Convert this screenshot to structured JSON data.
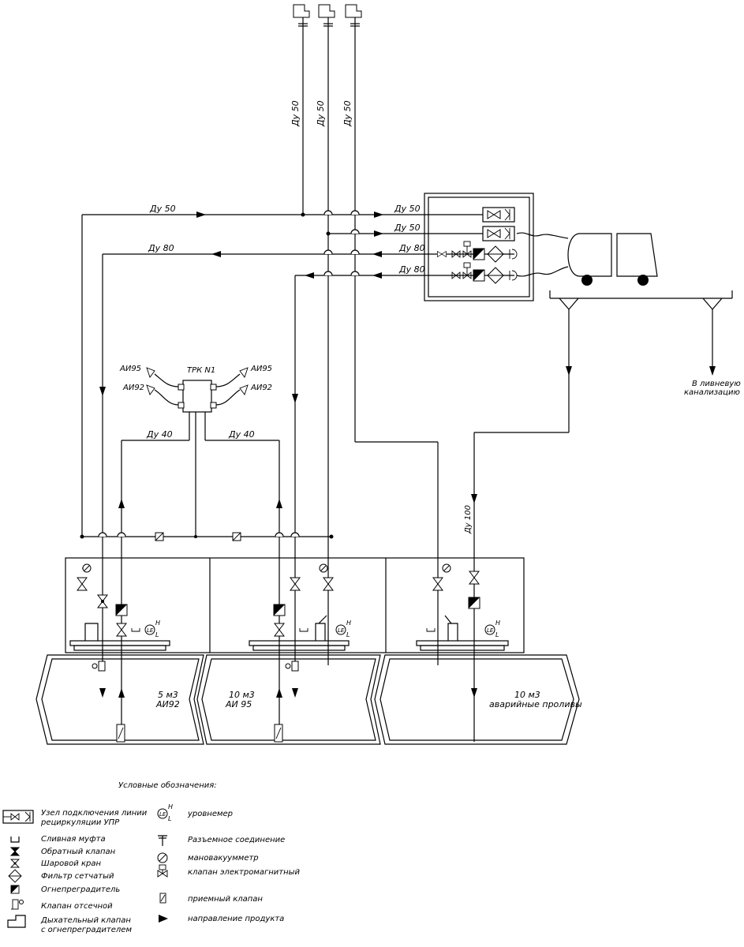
{
  "pipe_labels": {
    "du50_v1": "Ду 50",
    "du50_v2": "Ду 50",
    "du50_v3": "Ду 50",
    "du50_top": "Ду 50",
    "du80_top": "Ду 80",
    "du50_in1": "Ду 50",
    "du50_in2": "Ду 50",
    "du80_in1": "Ду 80",
    "du80_in2": "Ду 80",
    "du40_left": "Ду 40",
    "du40_right": "Ду 40",
    "du100": "Ду 100"
  },
  "dispenser": {
    "title": "ТРК N1",
    "left_top": "АИ95",
    "left_bottom": "АИ92",
    "right_top": "АИ95",
    "right_bottom": "АИ92"
  },
  "tanks": [
    {
      "volume": "5 м3",
      "product": "АИ92"
    },
    {
      "volume": "10 м3",
      "product": "АИ 95"
    },
    {
      "volume": "10 м3",
      "product": "аварийные проливы"
    }
  ],
  "storm": {
    "line1": "В ливневую",
    "line2": "канализацию"
  },
  "legend": {
    "title": "Условные обозначения:",
    "items": [
      {
        "icon": "recirculation-node-icon",
        "label": "Узел подключения линии",
        "label2": "рециркуляции УПР"
      },
      {
        "icon": "drain-coupling-icon",
        "label": "Сливная муфта"
      },
      {
        "icon": "check-valve-icon",
        "label": "Обратный клапан"
      },
      {
        "icon": "ball-valve-icon",
        "label": "Шаровой кран"
      },
      {
        "icon": "mesh-filter-icon",
        "label": "Фильтр сетчатый"
      },
      {
        "icon": "flame-arrester-icon",
        "label": "Огнепреградитель"
      },
      {
        "icon": "shutoff-valve-icon",
        "label": "Клапан отсечной"
      },
      {
        "icon": "breathing-valve-icon",
        "label": "Дыхательный клапан",
        "label2": "с огнепреградителем"
      },
      {
        "icon": "level-gauge-icon",
        "label": "уровнемер"
      },
      {
        "icon": "detachable-joint-icon",
        "label": "Разъемное соединение"
      },
      {
        "icon": "manovacuum-gauge-icon",
        "label": "мановакуумметр"
      },
      {
        "icon": "solenoid-valve-icon",
        "label": "клапан электромагнитный"
      },
      {
        "icon": "intake-valve-icon",
        "label": "приемный клапан"
      },
      {
        "icon": "flow-direction-icon",
        "label": "направление продукта"
      }
    ]
  }
}
